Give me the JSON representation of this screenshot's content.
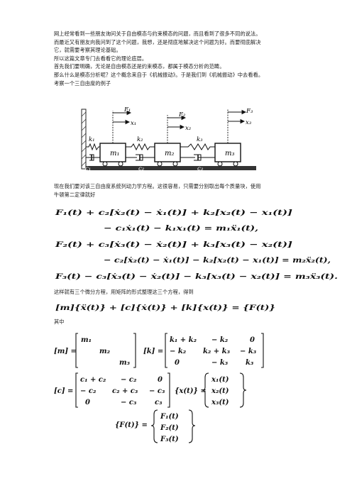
{
  "intro": {
    "lines": [
      "网上经常看到一些朋友询问关于自由模态与约束模态的问题，而且看到了很多不同的说法。",
      "而最近又有朋友向我问到了这个问题，我想，还是彻底地解决这个问题为好。而要彻底解决",
      "它，就需要考察其理论基础。",
      "所以这篇文章专门去看看它的理论底层。",
      "首先我们要明确，无论是自由模态还是约束模态，都属于模态分析的范畴。",
      "那么什么是模态分析呢？这个概念来自于《机械振动》。于是我们到《机械振动》中去看看。",
      "考察一个三自由度的例子"
    ]
  },
  "system_figure": {
    "forces": [
      "F₁",
      "F₂",
      "F₃"
    ],
    "displacements": [
      "x₁",
      "x₂",
      "x₃"
    ],
    "springs": [
      "k₁",
      "k₂",
      "k₃"
    ],
    "dampers": [
      "c₁",
      "c₂",
      "c₃"
    ],
    "masses": [
      "m₁",
      "m₂",
      "m₃"
    ]
  },
  "middle": {
    "lines": [
      "现在我们要对该三自由度系统列动力学方程。这很容易，只需要分别取出每个质量块，使用",
      "牛顿第二定律就好"
    ]
  },
  "equations": {
    "eq1a": "F₁(t) + c₂[ẋ₂(t) − ẋ₁(t)] + k₂[x₂(t) − x₁(t)]",
    "eq1b": "− c₁ẋ₁(t) − k₁x₁(t) = m₁ẍ₁(t),",
    "eq2a": "F₂(t) + c₃[ẋ₃(t) − ẋ₂(t)] + k₃[x₃(t) − x₂(t)]",
    "eq2b": "− c₂[ẋ₂(t) − ẋ₁(t)] − k₂[x₂(t) − x₁(t)] = m₂ẍ₂(t),",
    "eq3": "F₃(t) − c₃[ẋ₃(t) − ẋ₂(t)] − k₃[x₃(t) − x₂(t)] = m₃ẍ₃(t)."
  },
  "matrix_intro": "这样就有三个微分方程，用矩阵的形式整理这三个方程，得到",
  "matrix_equation": "[m]{ẍ(t)} + [c]{ẋ(t)} + [k]{x(t)} = {F(t)}",
  "where_label": "其中",
  "matrices": {
    "m_label": "[m] =",
    "m_diag": [
      "m₁",
      "m₂",
      "m₃"
    ],
    "k_label": "[k] =",
    "k_rows": [
      [
        "k₁ + k₂",
        "− k₂",
        "0"
      ],
      [
        "− k₂",
        "k₂ + k₃",
        "− k₃"
      ],
      [
        "0",
        "− k₃",
        "k₃"
      ]
    ],
    "c_label": "[c] =",
    "c_rows": [
      [
        "c₁ + c₂",
        "− c₂",
        "0"
      ],
      [
        "− c₂",
        "c₂ + c₃",
        "− c₃"
      ],
      [
        "0",
        "− c₃",
        "c₃"
      ]
    ],
    "x_label": "{x(t)} =",
    "x_entries": [
      "x₁(t)",
      "x₂(t)",
      "x₃(t)"
    ],
    "f_label": "{F(t)} =",
    "f_entries": [
      "F₁(t)",
      "F₂(t)",
      "F₃(t)"
    ]
  }
}
